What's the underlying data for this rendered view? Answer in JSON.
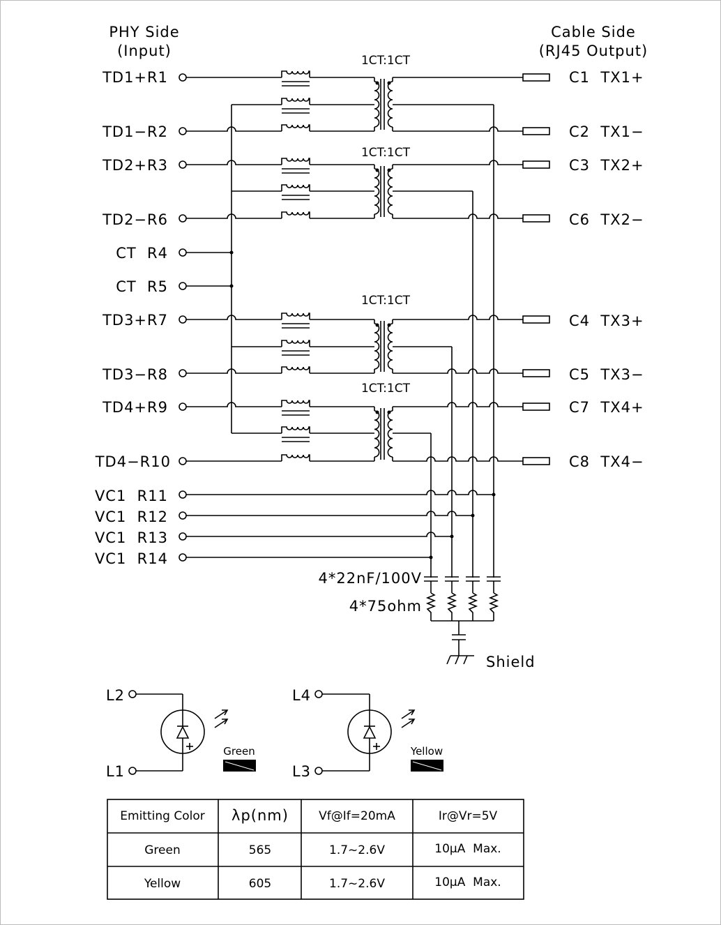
{
  "headers": {
    "phy_title": "PHY Side",
    "phy_sub": "(Input)",
    "cable_title": "Cable Side",
    "cable_sub": "(RJ45 Output)"
  },
  "phy_pins": [
    "TD1+R1",
    "TD1−R2",
    "TD2+R3",
    "TD2−R6",
    "CT  R4",
    "CT  R5",
    "TD3+R7",
    "TD3−R8",
    "TD4+R9",
    "TD4−R10"
  ],
  "vc_pins": [
    "VC1  R11",
    "VC1  R12",
    "VC1  R13",
    "VC1  R14"
  ],
  "cable_pins": [
    "C1  TX1+",
    "C2  TX1−",
    "C3  TX2+",
    "C6  TX2−",
    "C4  TX3+",
    "C5  TX3−",
    "C7  TX4+",
    "C8  TX4−"
  ],
  "transformer_label": "1CT:1CT",
  "cap_label": "4*22nF/100V",
  "res_label": "4*75ohm",
  "shield_label": "Shield",
  "leds": [
    {
      "anode": "L2",
      "cathode": "L1",
      "color_name": "Green"
    },
    {
      "anode": "L4",
      "cathode": "L3",
      "color_name": "Yellow"
    }
  ],
  "table": {
    "headers": [
      "Emitting Color",
      "λp(nm)",
      "Vf@If=20mA",
      "Ir@Vr=5V"
    ],
    "rows": [
      [
        "Green",
        "565",
        "1.7~2.6V",
        "10μA  Max."
      ],
      [
        "Yellow",
        "605",
        "1.7~2.6V",
        "10μA  Max."
      ]
    ]
  }
}
